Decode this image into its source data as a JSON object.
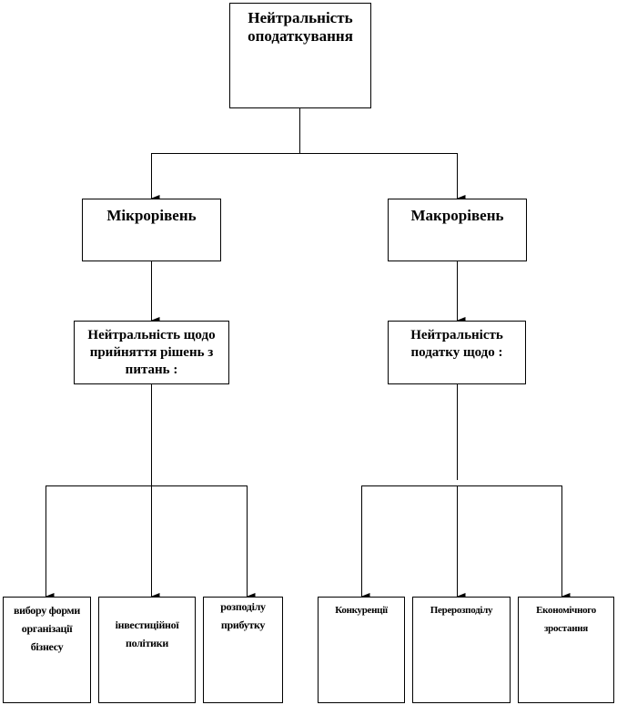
{
  "root": {
    "label": "Нейтральність оподаткування"
  },
  "levels": [
    {
      "label": "Мікрорівень",
      "sub": "Нейтральність  щодо прийняття рішень  з питань :",
      "children": [
        "вибору форми організації бізнесу",
        "інвестиційної політики",
        "розподілу прибутку"
      ]
    },
    {
      "label": "Макрорівень",
      "sub": "Нейтральність податку щодо :",
      "children": [
        "Конкуренції",
        "Перерозподілу",
        "Економічного зростання"
      ]
    }
  ]
}
